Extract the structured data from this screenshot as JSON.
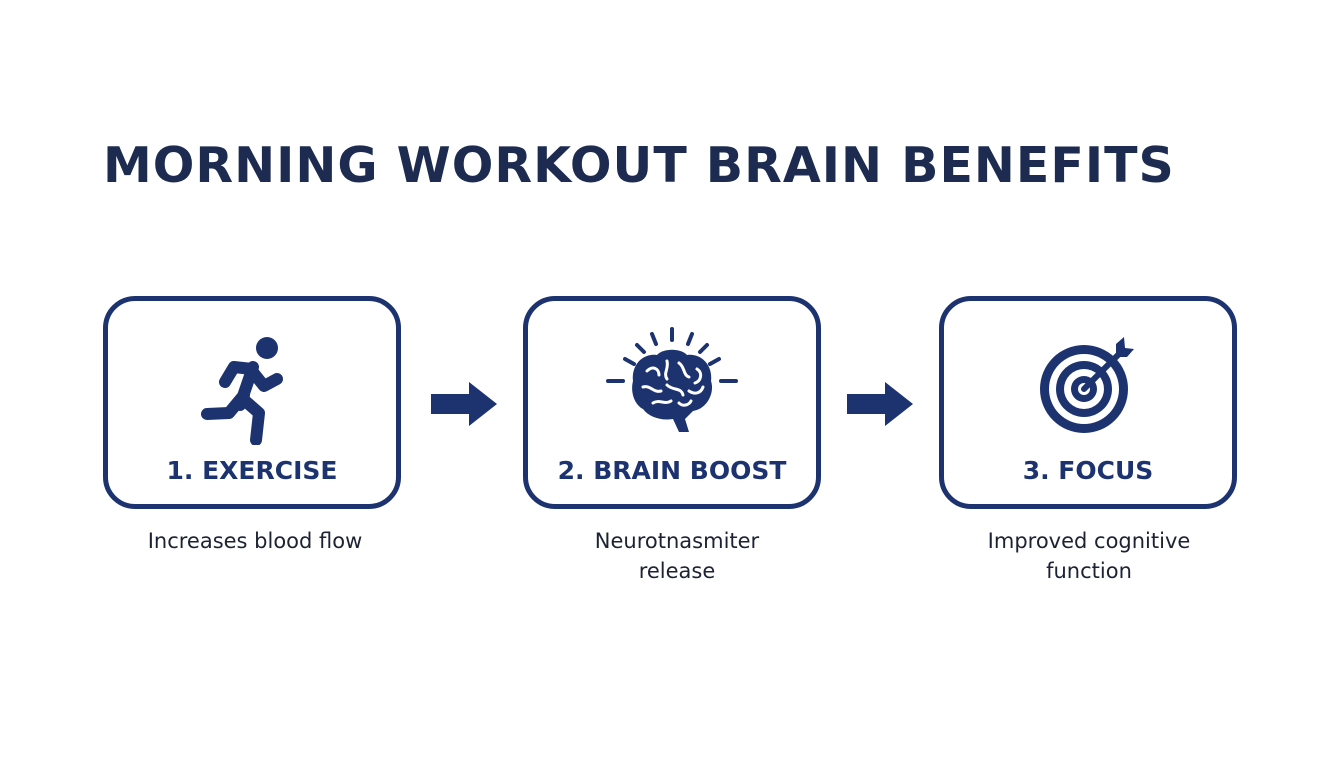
{
  "title": "MORNING WORKOUT BRAIN BENEFITS",
  "colors": {
    "primary": "#1c3370",
    "title": "#1c2b4f",
    "text": "#1c2233",
    "background": "#ffffff"
  },
  "steps": [
    {
      "label": "1. EXERCISE",
      "caption_lines": [
        "Increases blood flow"
      ],
      "icon": "running-person-icon"
    },
    {
      "label": "2. BRAIN BOOST",
      "caption_lines": [
        "Neurotnasmiter",
        "release"
      ],
      "icon": "brain-icon"
    },
    {
      "label": "3. FOCUS",
      "caption_lines": [
        "Improved cognitive",
        "function"
      ],
      "icon": "target-arrow-icon"
    }
  ],
  "connectors": [
    "right-arrow-icon",
    "right-arrow-icon"
  ]
}
